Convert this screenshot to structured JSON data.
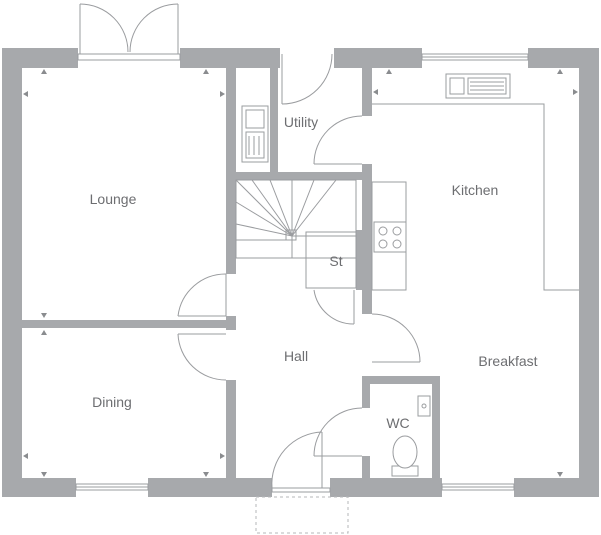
{
  "rooms": {
    "lounge": "Lounge",
    "dining": "Dining",
    "hall": "Hall",
    "utility": "Utility",
    "store": "St",
    "kitchen": "Kitchen",
    "breakfast": "Breakfast",
    "wc": "WC"
  },
  "colors": {
    "wall": "#a7a9ac",
    "line": "#9a9c9f",
    "label": "#6d6e71",
    "background": "#ffffff"
  }
}
